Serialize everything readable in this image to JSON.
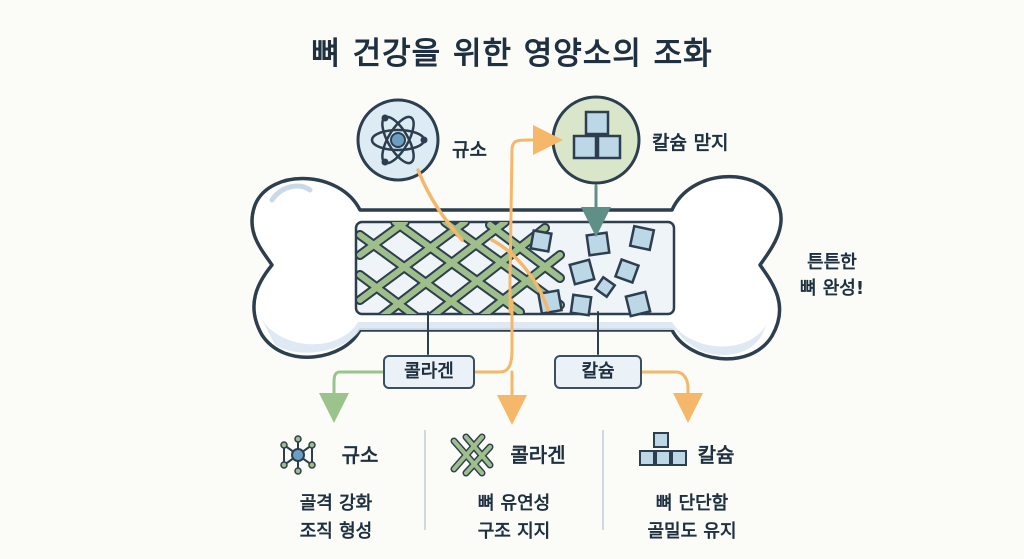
{
  "title": "뼈 건강을 위한 영양소의 조화",
  "labels": {
    "silicon_top": "규소",
    "calcium_particles": "칼슘 맏지",
    "collagen_tag": "콜라겐",
    "calcium_tag": "칼슘",
    "result_line1": "튼튼한",
    "result_line2": "뼈 완성!"
  },
  "columns": [
    {
      "name": "규소",
      "icon": "atom-icon",
      "desc1": "골격 강화",
      "desc2": "조직 형성"
    },
    {
      "name": "콜라겐",
      "icon": "mesh-icon",
      "desc1": "뼈 유연성",
      "desc2": "구조 지지"
    },
    {
      "name": "칼슘",
      "icon": "cubes-icon",
      "desc1": "뼈 단단함",
      "desc2": "골밀도 유지"
    }
  ],
  "colors": {
    "outline": "#2d3f4f",
    "bone": "#ffffff",
    "bone_shade": "#dbe7f2",
    "collagen": "#9fbf8a",
    "calcium": "#bcd7e6",
    "orange": "#f5b86a",
    "green_arrow": "#9bc48d",
    "teal_arrow": "#5f8f86"
  }
}
